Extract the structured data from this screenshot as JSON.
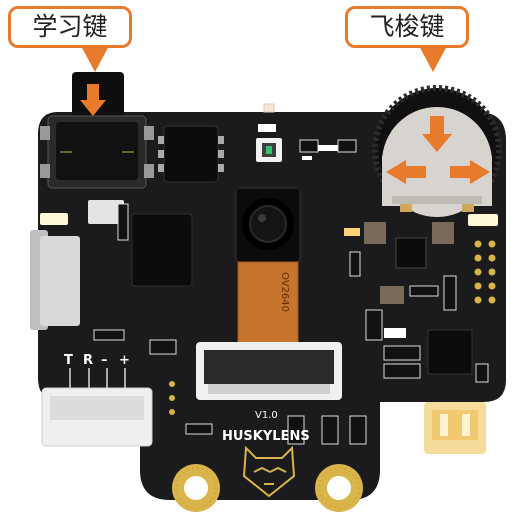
{
  "callouts": {
    "learn_button": "学习键",
    "function_wheel": "飞梭键"
  },
  "board": {
    "pin_labels": [
      "T",
      "R",
      "–",
      "+"
    ],
    "camera_flex_text": "OV2640",
    "version": "V1.0",
    "brand": "HUSKYLENS"
  },
  "colors": {
    "pcb": "#1b1b1d",
    "accent": "#e87a2c",
    "gold": "#d9b44a",
    "flex": "#c9742d"
  }
}
